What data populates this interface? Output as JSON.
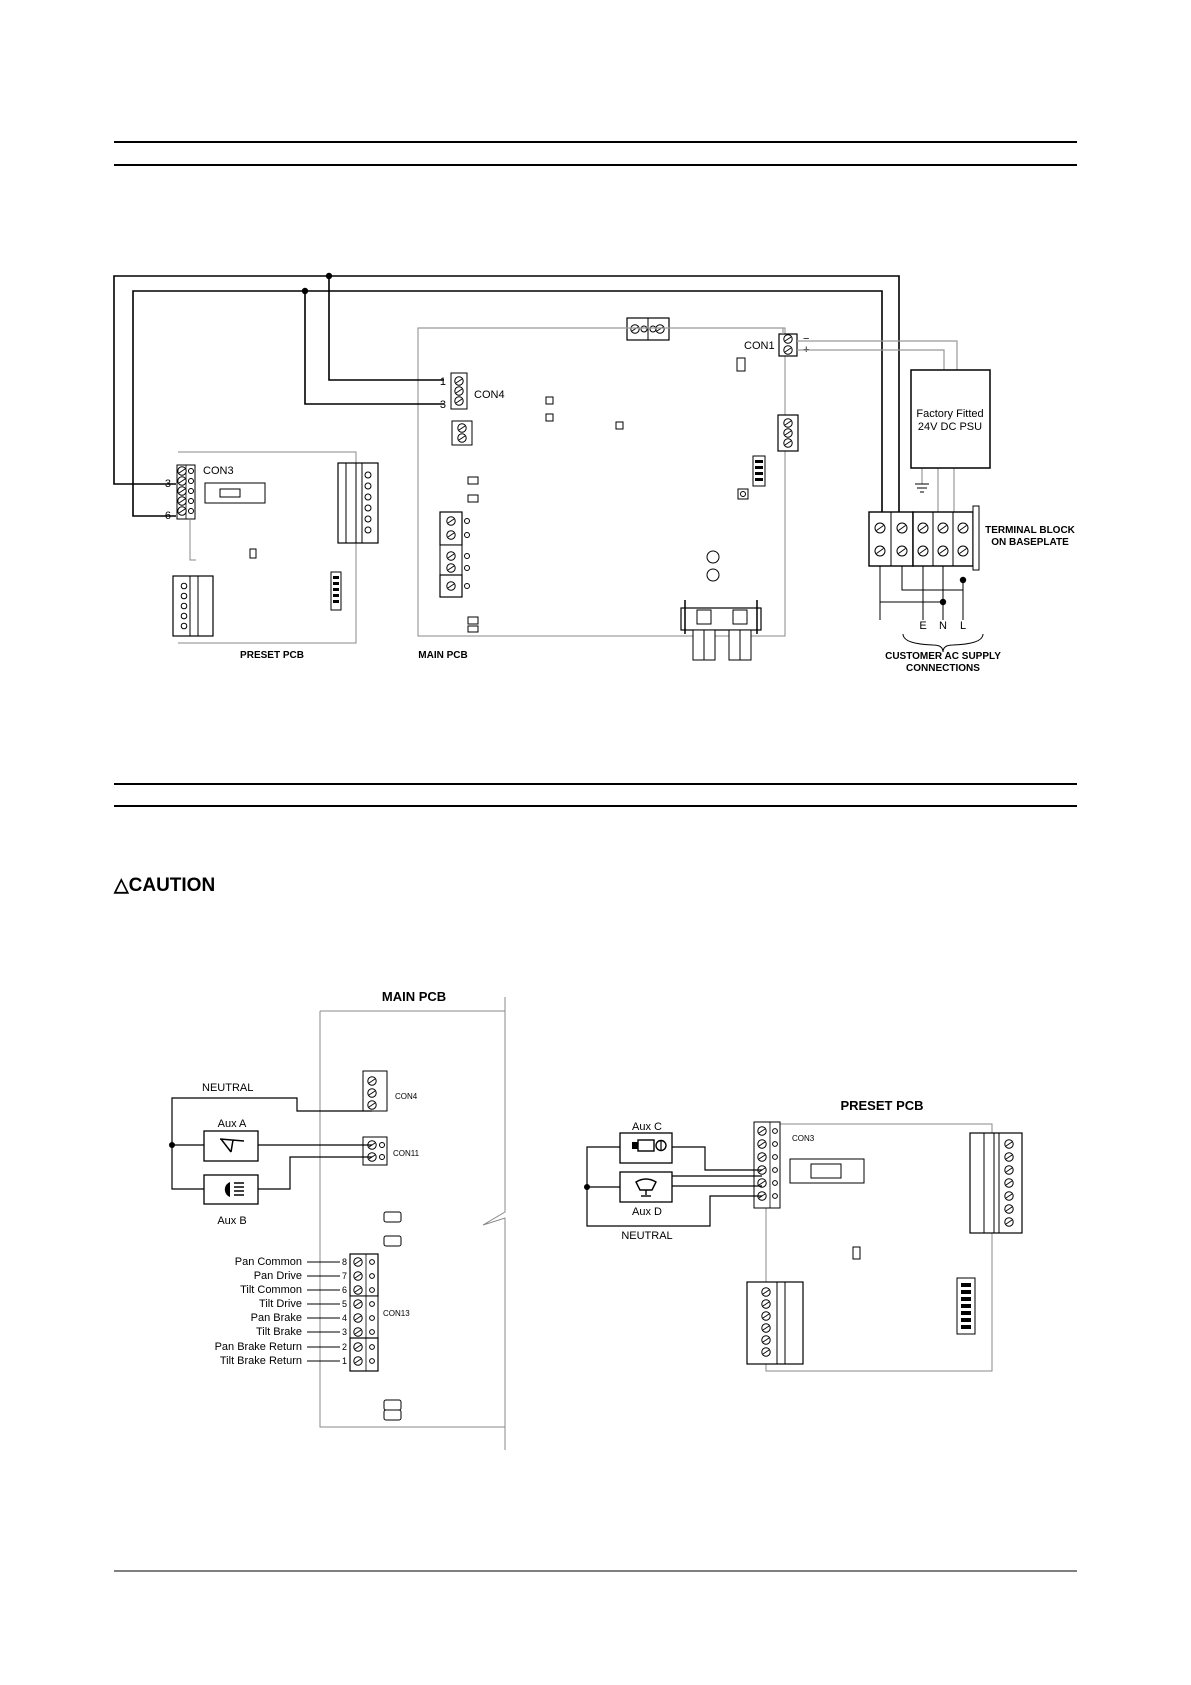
{
  "upper_diagram": {
    "preset_pcb": {
      "label": "PRESET PCB",
      "connector": "CON3",
      "pin_a": "3",
      "pin_b": "6"
    },
    "main_pcb": {
      "label": "MAIN PCB",
      "con4": "CON4",
      "con1": "CON1",
      "pin_1": "1",
      "pin_3": "3",
      "minus": "−",
      "plus": "+"
    },
    "psu": {
      "line1": "Factory Fitted",
      "line2": "24V DC PSU"
    },
    "terminal_block": {
      "line1": "TERMINAL BLOCK",
      "line2": "ON BASEPLATE"
    },
    "supply": {
      "e": "E",
      "n": "N",
      "l": "L",
      "line1": "CUSTOMER AC SUPPLY",
      "line2": "CONNECTIONS"
    }
  },
  "caution": {
    "symbol": "△",
    "text": "CAUTION"
  },
  "lower_diagram": {
    "main_pcb": {
      "title": "MAIN PCB",
      "con4": "CON4",
      "con11": "CON11",
      "con13": "CON13",
      "neutral": "NEUTRAL",
      "aux_a": "Aux A",
      "aux_b": "Aux B"
    },
    "terminals": [
      {
        "name": "Pan Common",
        "pin": "8"
      },
      {
        "name": "Pan Drive",
        "pin": "7"
      },
      {
        "name": "Tilt Common",
        "pin": "6"
      },
      {
        "name": "Tilt Drive",
        "pin": "5"
      },
      {
        "name": "Pan Brake",
        "pin": "4"
      },
      {
        "name": "Tilt Brake",
        "pin": "3"
      },
      {
        "name": "Pan Brake Return",
        "pin": "2"
      },
      {
        "name": "Tilt Brake Return",
        "pin": "1"
      }
    ],
    "preset_pcb": {
      "title": "PRESET PCB",
      "con3": "CON3",
      "aux_c": "Aux C",
      "aux_d": "Aux D",
      "neutral": "NEUTRAL"
    }
  },
  "colors": {
    "line": "#000000",
    "board": "#888888",
    "wire_gray": "#999999"
  }
}
